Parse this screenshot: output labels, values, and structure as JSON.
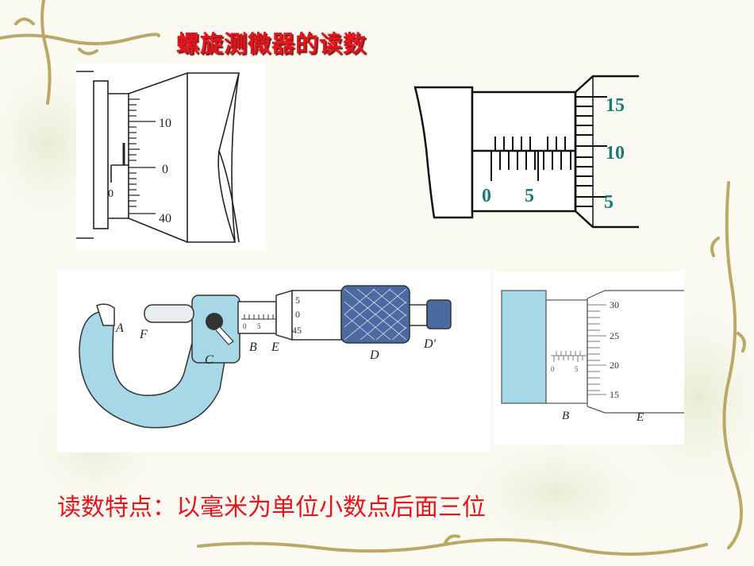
{
  "title": "螺旋测微器的读数",
  "caption": "读数特点：以毫米为单位小数点后面三位",
  "fig1": {
    "labels": [
      "10",
      "0",
      "40",
      "0"
    ]
  },
  "fig2": {
    "thimble_labels": [
      "15",
      "10",
      "5"
    ],
    "sleeve_labels": [
      "0",
      "5"
    ],
    "label_color": "#1c7a7a"
  },
  "fig3": {
    "part_labels": [
      "A",
      "F",
      "C",
      "B",
      "E",
      "D",
      "D′"
    ],
    "sleeve_labels": [
      "0",
      "5"
    ],
    "thimble_labels": [
      "5",
      "0",
      "45"
    ],
    "frame_color": "#a6d8e8"
  },
  "fig4": {
    "thimble_labels": [
      "30",
      "25",
      "20",
      "15"
    ],
    "sleeve_labels": [
      "0",
      "5"
    ],
    "part_labels": [
      "B",
      "E"
    ]
  }
}
